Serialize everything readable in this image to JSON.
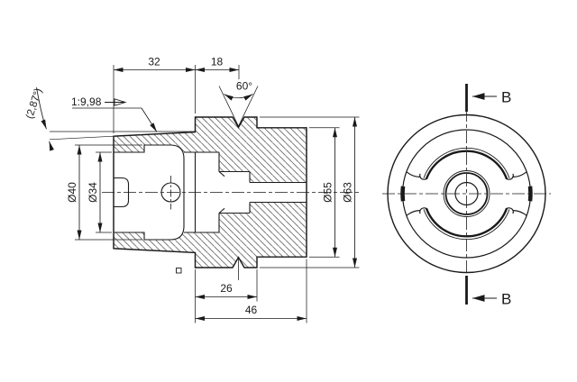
{
  "drawing": {
    "kind": "engineering-section-drawing",
    "section_view": {
      "dim_top_left": "32",
      "dim_top_right": "18",
      "angle_notch": "60°",
      "taper_ratio": "1:9,98",
      "taper_half_angle": "(2,87°)",
      "dia_cavity": "Ø40",
      "dia_bore_opening": "Ø34",
      "dia_body": "Ø55",
      "dia_flange": "Ø63",
      "dim_bottom_inner": "26",
      "dim_bottom_outer": "46"
    },
    "front_view": {
      "section_label_top": "B",
      "section_label_bottom": "B"
    },
    "colors": {
      "ink": "#1a1a1a",
      "paper": "#ffffff"
    }
  }
}
